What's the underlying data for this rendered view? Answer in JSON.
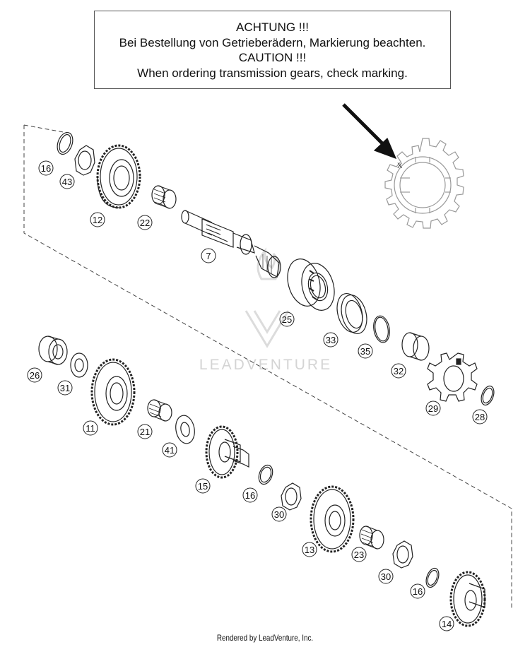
{
  "notice": {
    "line1": "ACHTUNG !!!",
    "line2": "Bei Bestellung von Getrieberädern, Markierung beachten.",
    "line3": "CAUTION !!!",
    "line4": "When ordering transmission gears, check marking."
  },
  "marking_symbol": "X",
  "watermark": "LEADVENTURE",
  "footer": "Rendered by LeadVenture, Inc.",
  "callouts": {
    "c16a": "16",
    "c43": "43",
    "c12": "12",
    "c22": "22",
    "c7": "7",
    "c25": "25",
    "c33": "33",
    "c35": "35",
    "c32": "32",
    "c29": "29",
    "c28": "28",
    "c26": "26",
    "c31": "31",
    "c11": "11",
    "c21": "21",
    "c41": "41",
    "c15": "15",
    "c16b": "16",
    "c30a": "30",
    "c13": "13",
    "c23": "23",
    "c30b": "30",
    "c16c": "16",
    "c14": "14"
  },
  "colors": {
    "line": "#222222",
    "watermark": "#d4d4d4"
  }
}
